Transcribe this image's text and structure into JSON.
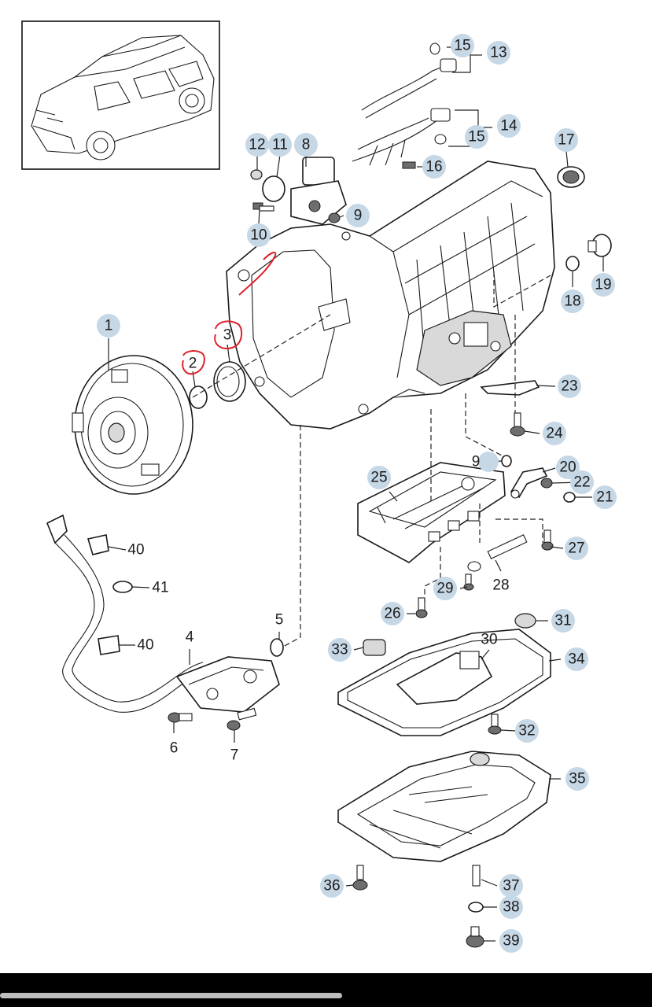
{
  "diagram": {
    "callouts": {
      "n1": "1",
      "n2": "2",
      "n3": "3",
      "n4": "4",
      "n5": "5",
      "n6": "6",
      "n7": "7",
      "n8": "8",
      "n9a": "9",
      "n9b": "9",
      "n10": "10",
      "n11": "11",
      "n12": "12",
      "n13": "13",
      "n14": "14",
      "n15a": "15",
      "n15b": "15",
      "n16": "16",
      "n17": "17",
      "n18": "18",
      "n19": "19",
      "n20": "20",
      "n21": "21",
      "n22": "22",
      "n23": "23",
      "n24": "24",
      "n25": "25",
      "n26": "26",
      "n27": "27",
      "n28": "28",
      "n29": "29",
      "n30": "30",
      "n31": "31",
      "n32": "32",
      "n33": "33",
      "n34": "34",
      "n35": "35",
      "n36": "36",
      "n37": "37",
      "n38": "38",
      "n39": "39",
      "n40a": "40",
      "n40b": "40",
      "n41": "41"
    },
    "colors": {
      "bubble": "#c6d7e6",
      "annotation": "#e0202a",
      "ink": "#1a1a1a"
    }
  }
}
